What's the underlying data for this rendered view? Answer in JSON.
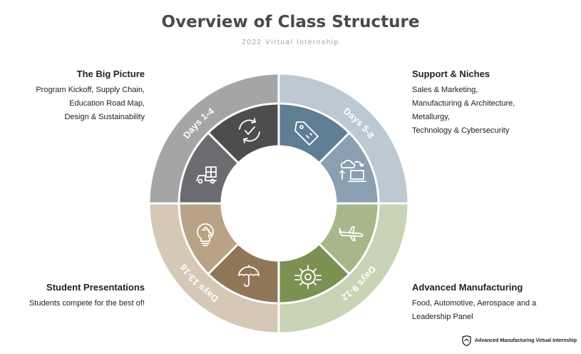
{
  "title": "Overview of Class Structure",
  "subtitle": "2022 Virtual Internship",
  "quadrants": [
    {
      "days": "Days 1-4",
      "heading": "The Big Picture",
      "lines": [
        "Program Kickoff, Supply Chain,",
        "Education Road Map,",
        "Design & Sustainability"
      ],
      "icons": [
        "cycle-check-icon",
        "shipping-truck-icon"
      ]
    },
    {
      "days": "Days 5-8",
      "heading": "Support & Niches",
      "lines": [
        "Sales & Marketing,",
        "Manufacturing & Architecture,",
        "Metallurgy,",
        "Technology & Cybersecurity"
      ],
      "icons": [
        "price-tag-icon",
        "cloud-laptop-icon"
      ]
    },
    {
      "days": "Days 9-12",
      "heading": "Advanced Manufacturing",
      "lines": [
        "Food, Automotive, Aerospace and a",
        "Leadership Panel"
      ],
      "icons": [
        "airplane-icon",
        "engine-gears-icon"
      ]
    },
    {
      "days": "Days 13-16",
      "heading": "Student Presentations",
      "lines": [
        "Students compete for the best of!"
      ],
      "icons": [
        "umbrella-icon",
        "lightbulb-puzzle-icon"
      ]
    }
  ],
  "colors": {
    "q1_outer": "#a5a5a5",
    "q1_inner_a": "#4d4d4f",
    "q1_inner_b": "#6c6c70",
    "q2_outer": "#bcc8d2",
    "q2_inner_a": "#5f7d93",
    "q2_inner_b": "#8aa0b2",
    "q3_outer": "#c9d3b5",
    "q3_inner_a": "#a6b88a",
    "q3_inner_b": "#7a9152",
    "q4_outer": "#d5c8b6",
    "q4_inner_a": "#8f7657",
    "q4_inner_b": "#b8a386"
  },
  "brand": {
    "text": "Advanced Manufacturing Virtual Internship",
    "icon": "shield-logo-icon"
  }
}
